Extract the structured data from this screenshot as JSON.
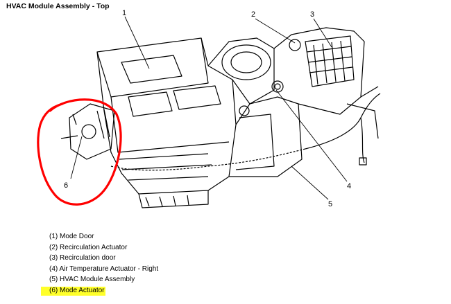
{
  "title": "HVAC Module Assembly - Top",
  "callouts": [
    "1",
    "2",
    "3",
    "4",
    "5",
    "6"
  ],
  "legend": [
    "(1) Mode Door",
    "(2) Recirculation Actuator",
    "(3) Recirculation door",
    "(4) Air Temperature Actuator - Right",
    "(5) HVAC Module Assembly",
    "(6) Mode Actuator"
  ],
  "highlight_color": "#ffff2a",
  "circle_color": "#ff0000"
}
